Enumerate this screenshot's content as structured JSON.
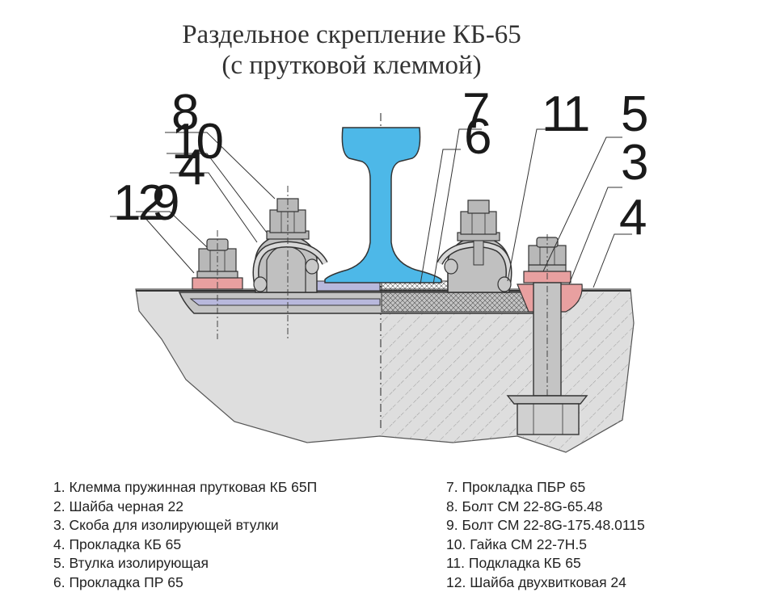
{
  "title": {
    "line1": "Раздельное скрепление КБ-65",
    "line2": "(с прутковой клеммой)"
  },
  "callouts": {
    "left_stack": [
      "8",
      "10",
      "4",
      "12",
      "9"
    ],
    "right": [
      "7",
      "6",
      "11",
      "5",
      "3",
      "4"
    ]
  },
  "legend": {
    "left": [
      "1. Клемма пружинная прутковая КБ 65П",
      "2. Шайба черная 22",
      "3. Скоба для изолирующей втулки",
      "4. Прокладка КБ 65",
      "5. Втулка изолирующая",
      "6. Прокладка ПР 65"
    ],
    "right": [
      "7. Прокладка ПБР 65",
      "8. Болт СМ 22-8G-65.48",
      "9. Болт СМ 22-8G-175.48.0115",
      "10. Гайка СМ 22-7Н.5",
      "11. Подкладка КБ 65",
      "12. Шайба двухвитковая 24"
    ]
  },
  "colors": {
    "rail": "#4db8e8",
    "sleeper": "#dedede",
    "pad_pink": "#e8a0a0",
    "pad_purple": "#b8b8dc",
    "steel": "#b8b8b8",
    "outline": "#333333"
  }
}
